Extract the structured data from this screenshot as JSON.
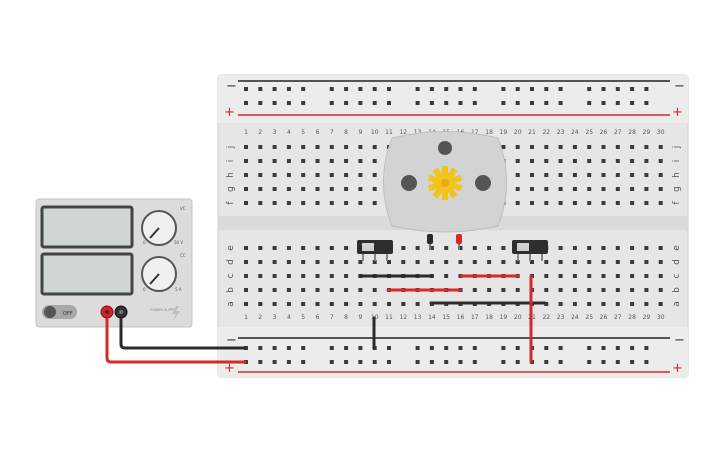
{
  "breadboard": {
    "rail_minus": "−",
    "rail_plus": "+",
    "columns": [
      "1",
      "2",
      "3",
      "4",
      "5",
      "6",
      "7",
      "8",
      "9",
      "10",
      "11",
      "12",
      "13",
      "14",
      "15",
      "16",
      "17",
      "18",
      "19",
      "20",
      "21",
      "22",
      "23",
      "24",
      "25",
      "26",
      "27",
      "28",
      "29",
      "30"
    ],
    "rows_top": [
      "j",
      "i",
      "h",
      "g",
      "f"
    ],
    "rows_bottom": [
      "e",
      "d",
      "c",
      "b",
      "a"
    ]
  },
  "power_supply": {
    "switch_label": "OFF",
    "voltage_knob_label": "VC",
    "current_knob_label": "CC",
    "voltage_min": "0",
    "voltage_max": "30 V",
    "current_min": "0",
    "current_max": "5 A",
    "brand": "POWER SUPPLY",
    "terminal_positive_color": "#d62027",
    "terminal_negative_color": "#333333"
  },
  "components": [
    "dc-motor",
    "slide-switch-1",
    "slide-switch-2"
  ],
  "colors": {
    "wire_red": "#d42a2a",
    "wire_black": "#2b2b2b",
    "motor_gear": "#f2c31b",
    "board": "#e8e8e8"
  }
}
